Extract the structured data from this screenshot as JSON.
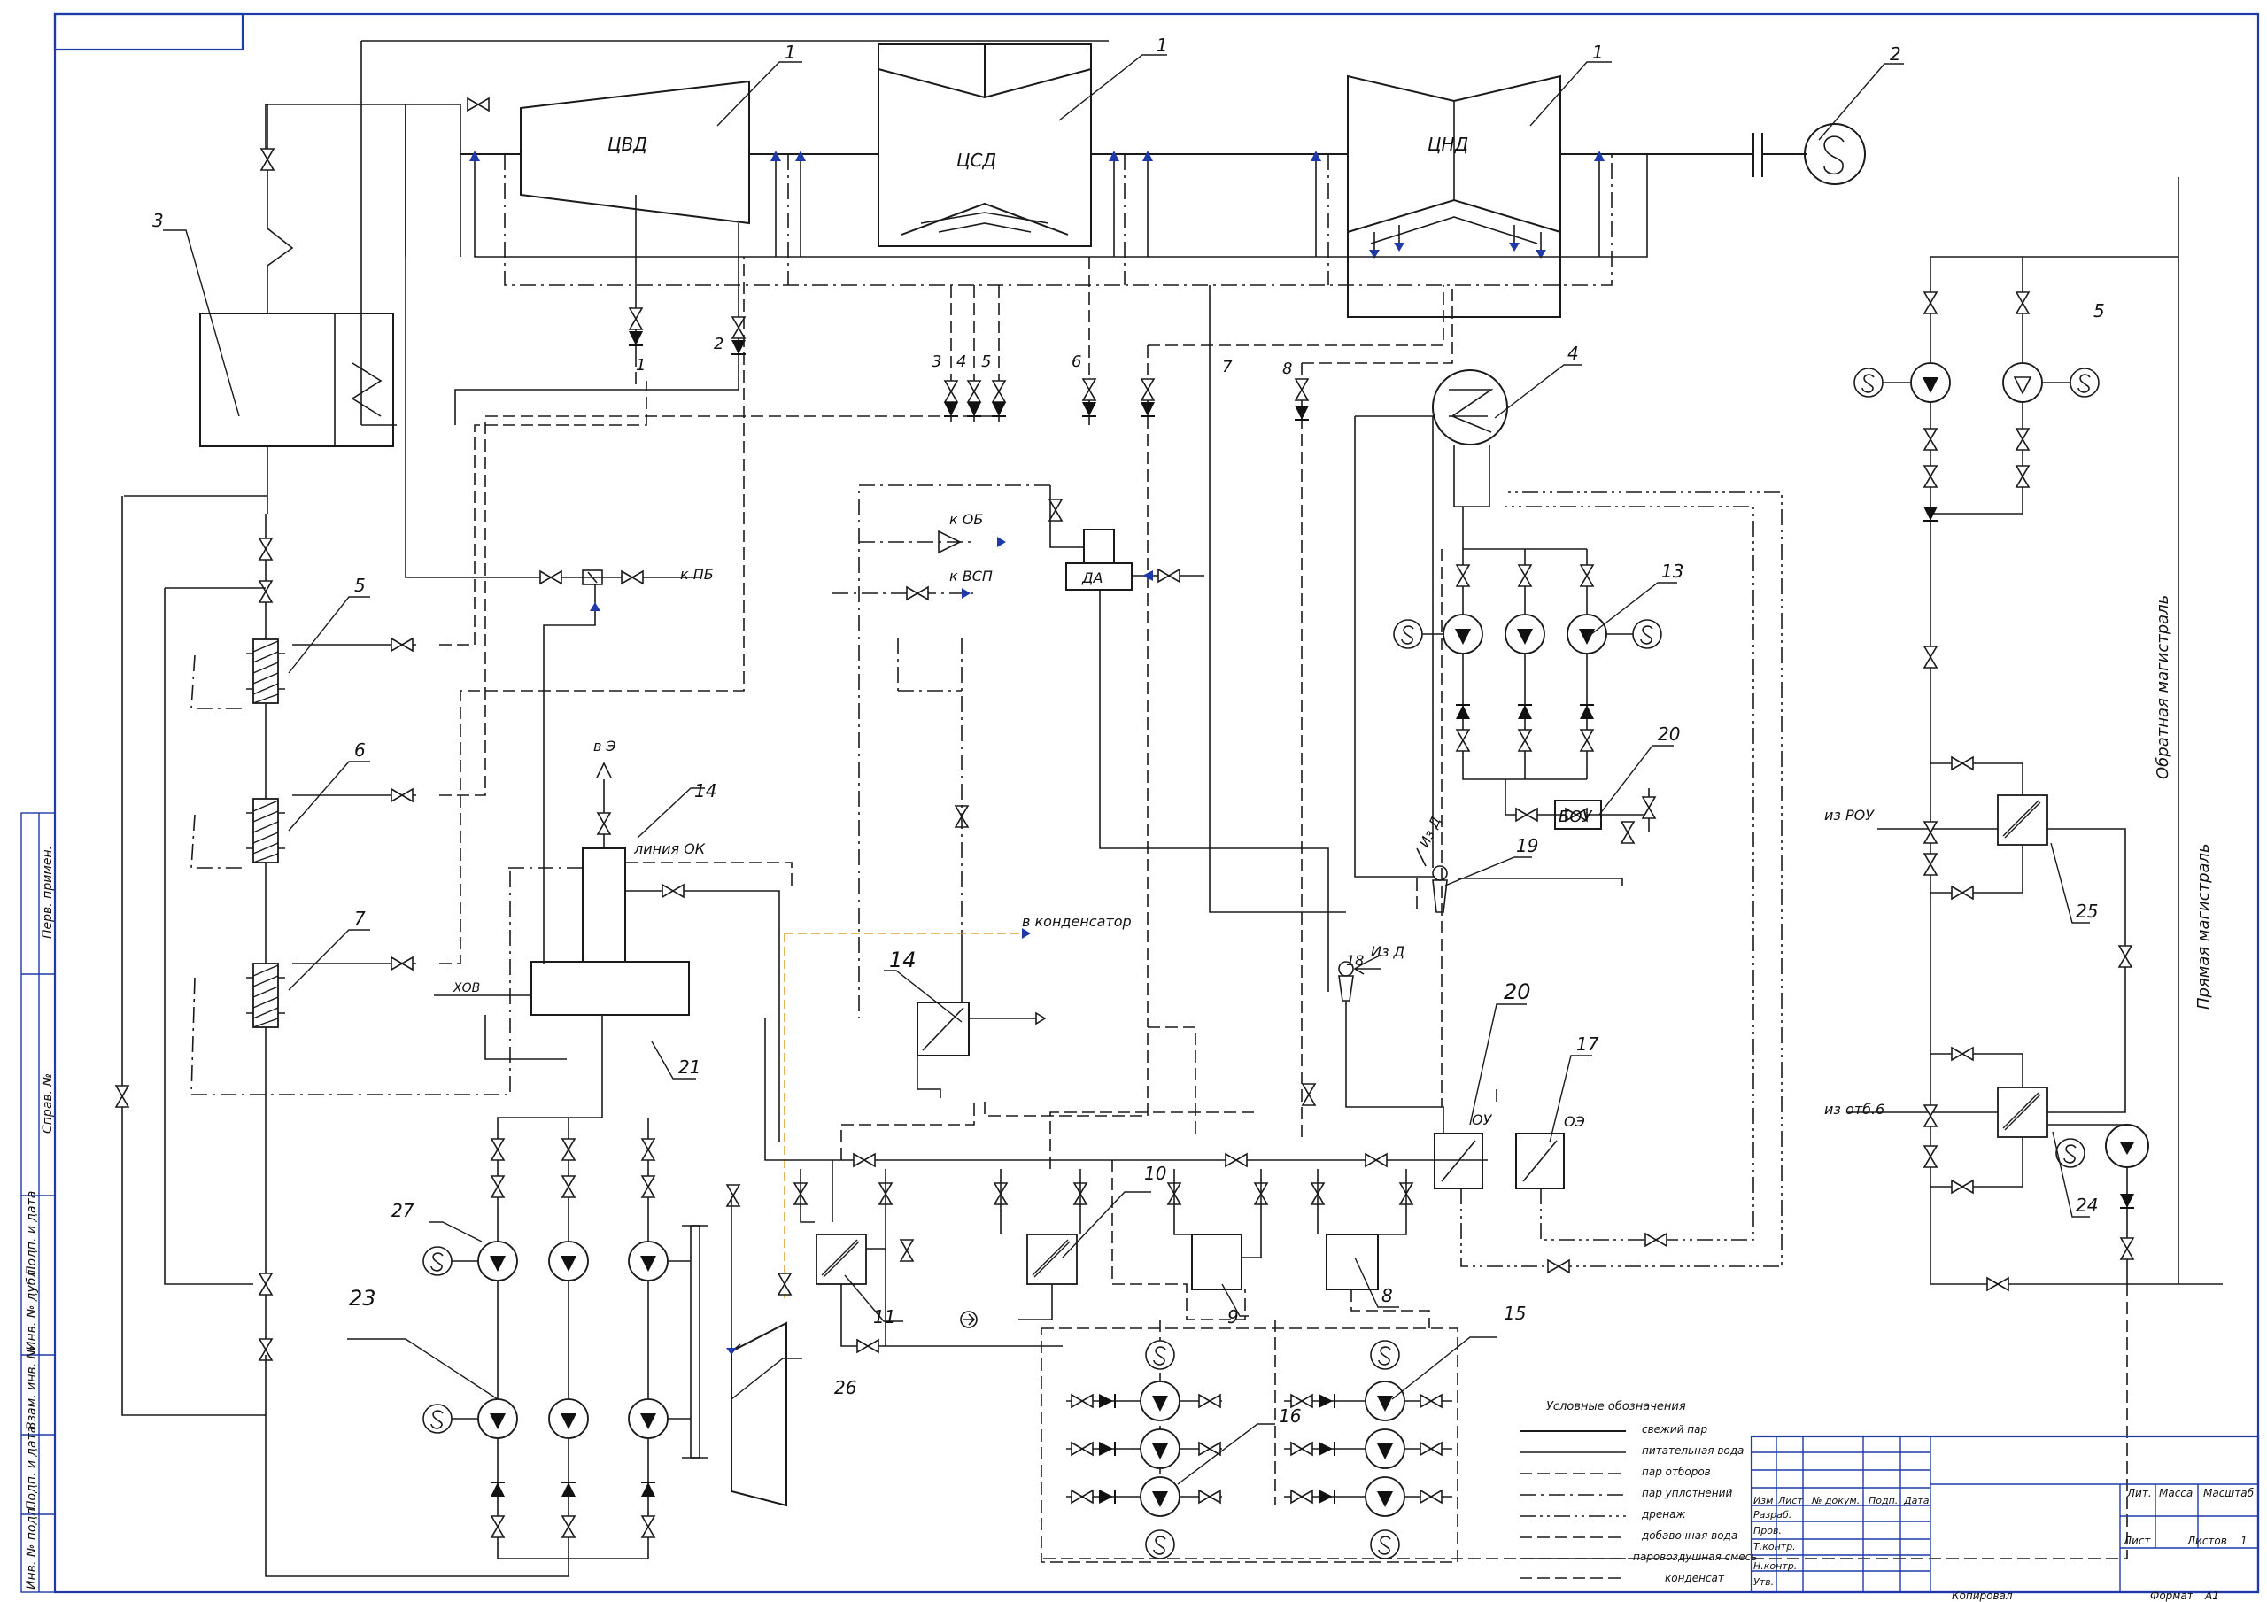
{
  "drawing": {
    "turbines": {
      "hp": "ЦВД",
      "ip": "ЦСД",
      "lp": "ЦНД"
    },
    "equipment_labels": {
      "deaerator": "ДА",
      "cleanup_unit": "БОУ",
      "steam_cooler": "ОУ",
      "ejector_cooler": "ОЭ"
    },
    "flow_labels": {
      "to_ob": "к ОБ",
      "to_vsp": "к ВСП",
      "to_pb": "к ПБ",
      "to_e": "в Э",
      "line_ok": "линия ОК",
      "to_condenser": "в конденсатор",
      "chemical_water": "ХОВ",
      "from_d_1": "Из Д",
      "from_d_2": "Из Д",
      "from_rou": "из РОУ",
      "from_extr6": "из отб.6"
    },
    "mains": {
      "return": "Обратная магистраль",
      "supply": "Прямая магистраль"
    },
    "position_numbers": [
      "1",
      "1",
      "1",
      "2",
      "3",
      "4",
      "5",
      "6",
      "7",
      "13",
      "20",
      "14",
      "19",
      "18",
      "20",
      "17",
      "25",
      "5",
      "24",
      "14",
      "21",
      "27",
      "23",
      "26",
      "11",
      "10",
      "9",
      "8",
      "15",
      "16"
    ],
    "extraction_numbers": [
      "1",
      "2",
      "3",
      "4",
      "5",
      "6",
      "7",
      "8"
    ],
    "legend": {
      "title": "Условные обозначения",
      "items": [
        "свежий пар",
        "питательная вода",
        "пар отборов",
        "пар уплотнений",
        "дренаж",
        "добавочная вода",
        "паровоздушная смесь",
        "конденсат"
      ]
    },
    "title_block": {
      "rows": [
        "Изм",
        "Лист",
        "№ докум.",
        "Подп.",
        "Дата"
      ],
      "roles": [
        "Разраб.",
        "Пров.",
        "Т.контр.",
        "Н.контр.",
        "Утв."
      ],
      "sheet_heads": [
        "Лит.",
        "Масса",
        "Масштаб"
      ],
      "sheet": "Лист",
      "sheets": "Листов",
      "sheets_count": "1",
      "copied": "Копировал",
      "format": "Формат",
      "format_value": "А1"
    },
    "side_stamp": [
      "Перв. примен.",
      "Справ. №",
      "Подп. и дата",
      "Инв. № дубл.",
      "Взам. инв. №",
      "Подп. и дата",
      "Инв. № подл."
    ]
  },
  "colors": {
    "frame": "#1f3aa8",
    "line": "#1a1a1a",
    "attention_line": "#e0a030"
  }
}
